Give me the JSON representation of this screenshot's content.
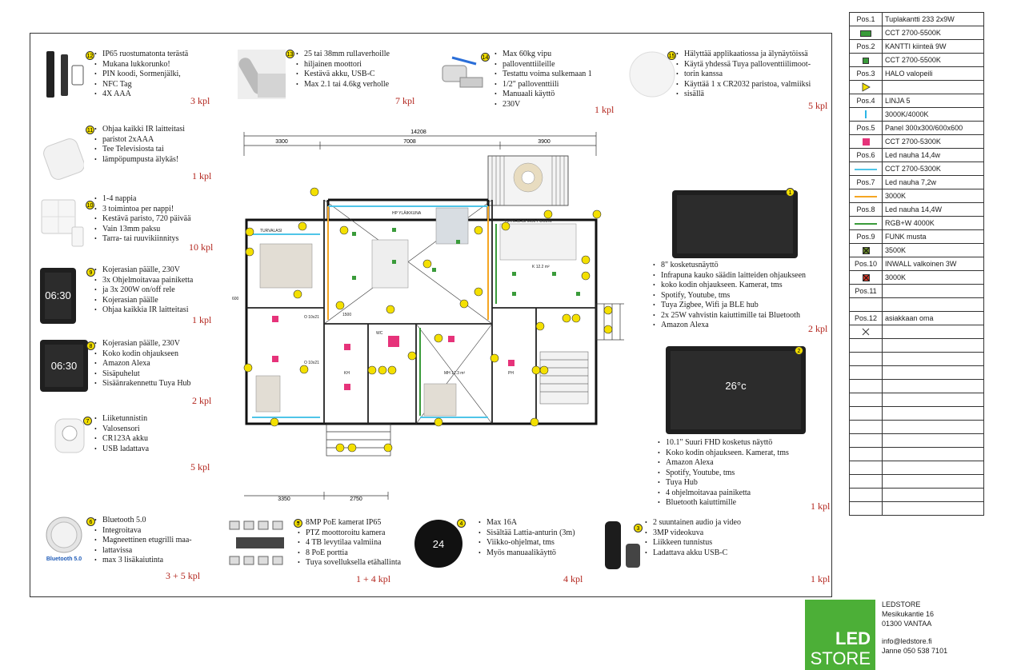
{
  "products": [
    {
      "id": "lock",
      "badge": "12",
      "bullets": [
        "IP65 ruostumatonta terästä",
        "Mukana lukkorunko!",
        "PIN koodi, Sormenjälki,",
        "NFC Tag",
        "4X AAA"
      ],
      "qty": "3 kpl"
    },
    {
      "id": "blind",
      "badge": "13",
      "bullets": [
        "25 tai 38mm rullaverhoille",
        "hiljainen moottori",
        "Kestävä akku, USB-C",
        "Max 2.1 tai 4.6kg verholle"
      ],
      "qty": "7 kpl"
    },
    {
      "id": "valve",
      "badge": "14",
      "bullets": [
        "Max 60kg vipu",
        "palloventtiileille",
        "Testattu voima sulkemaan 1",
        "1/2\" palloventtiili",
        "Manuaali käyttö",
        "230V"
      ],
      "qty": "1 kpl"
    },
    {
      "id": "leak",
      "badge": "15",
      "bullets": [
        "Hälyttää applikaatiossa ja älynäytöissä",
        "Käytä yhdessä Tuya palloventtiilimoot-",
        "torin kanssa",
        "Käyttää 1 x CR2032 paristoa, valmiiksi",
        "sisällä"
      ],
      "qty": "5 kpl"
    },
    {
      "id": "ir",
      "badge": "11",
      "bullets": [
        "Ohjaa kaikki IR laitteitasi",
        "paristot 2xAAA",
        "Tee Televisiosta tai",
        "lämpöpumpusta älykäs!"
      ],
      "qty": "1 kpl"
    },
    {
      "id": "switch",
      "badge": "10",
      "bullets": [
        "1-4 nappia",
        "3 toimintoa per nappi!",
        "Kestävä paristo, 720 päivää",
        "Vain 13mm paksu",
        "Tarra- tai ruuvikiinnitys"
      ],
      "qty": "10 kpl"
    },
    {
      "id": "panel9",
      "badge": "9",
      "bullets": [
        "Kojerasian päälle, 230V",
        "3x Ohjelmoitavaa painiketta",
        "ja 3x 200W on/off rele",
        "Kojerasian päälle",
        "Ohjaa kaikkia IR laitteitasi"
      ],
      "qty": "1 kpl",
      "screen": "06:30"
    },
    {
      "id": "panel8",
      "badge": "8",
      "bullets": [
        "Kojerasian päälle, 230V",
        "Koko kodin ohjaukseen",
        "Amazon Alexa",
        "Sisäpuhelut",
        "Sisäänrakennettu Tuya Hub"
      ],
      "qty": "2 kpl",
      "screen": "06:30"
    },
    {
      "id": "motion",
      "badge": "7",
      "bullets": [
        "Liiketunnistin",
        "Valosensori",
        "CR123A akku",
        "USB ladattava"
      ],
      "qty": "5 kpl"
    },
    {
      "id": "speaker",
      "badge": "6",
      "bullets": [
        "Bluetooth 5.0",
        "Integroitava",
        "Magneettinen etugrilli maa-",
        "lattavissa",
        "max 3 lisäkaiutinta"
      ],
      "qty": "3 + 5 kpl",
      "thumb_text": "Bluetooth 5.0"
    },
    {
      "id": "camera",
      "badge": "5",
      "bullets": [
        "8MP PoE kamerat IP65",
        "PTZ moottoroitu kamera",
        "4 TB levytilaa valmiina",
        "8 PoE porttia",
        "Tuya sovelluksella etähallinta"
      ],
      "qty": "1 + 4 kpl"
    },
    {
      "id": "thermo",
      "badge": "4",
      "bullets": [
        "Max 16A",
        "Sisältää Lattia-anturin (3m)",
        "Viikko-ohjelmat, tms",
        "Myös manuaalikäyttö"
      ],
      "qty": "4 kpl",
      "screen": "24"
    },
    {
      "id": "doorbell",
      "badge": "3",
      "bullets": [
        "2 suuntainen audio ja video",
        "3MP videokuva",
        "Liikkeen tunnistus",
        "Ladattava akku USB-C"
      ],
      "qty": "1 kpl"
    },
    {
      "id": "screen1",
      "badge": "1",
      "bullets": [
        "8\" kosketusnäyttö",
        "Infrapuna kauko säädin laitteiden ohjaukseen",
        "koko kodin ohjaukseen. Kamerat, tms",
        "Spotify, Youtube, tms",
        "Tuya Zigbee, Wifi ja BLE hub",
        "2x 25W vahvistin kaiuttimille tai Bluetooth",
        "Amazon Alexa"
      ],
      "qty": "2 kpl"
    },
    {
      "id": "screen2",
      "badge": "2",
      "bullets": [
        "10.1\" Suuri FHD kosketus näyttö",
        "Koko kodin ohjaukseen. Kamerat, tms",
        "Amazon Alexa",
        "Spotify, Youtube, tms",
        "Tuya Hub",
        "4 ohjelmoitavaa painiketta",
        "Bluetooth kaiuttimille"
      ],
      "qty": "1 kpl",
      "screen": "26°c"
    }
  ],
  "plan": {
    "dims": {
      "total": "14208",
      "top_left": "3300",
      "top_mid": "7008",
      "top_right": "3900",
      "bottom_left": "3350",
      "bottom_mid": "2750"
    },
    "labels": {
      "turvalasi": "TURVALASI",
      "turvalasi_mol": "TURVALASI MOL PUOLIN",
      "wc": "WC",
      "kh": "KH",
      "ph": "PH",
      "mh1": "MH 12.3 m²",
      "k": "K 12.2 m²",
      "o1": "O 10x21",
      "o2": "O 10x21",
      "area1500": "1500",
      "area600": "600",
      "yl": "YLÄIKKUNA",
      "hp": "HP YLÄIKKUNA"
    }
  },
  "legend": [
    {
      "pos": "Pos.1",
      "desc": "Tuplakantti 233 2x9W",
      "swatch": "",
      "swatch_color": ""
    },
    {
      "pos": "",
      "desc": "CCT 2700-5500K",
      "swatch": "double-square",
      "swatch_color": "#3a9b3a"
    },
    {
      "pos": "Pos.2",
      "desc": "KANTTI kiinteä 9W",
      "swatch": "",
      "swatch_color": ""
    },
    {
      "pos": "",
      "desc": "CCT 2700-5500K",
      "swatch": "square",
      "swatch_color": "#3a9b3a"
    },
    {
      "pos": "Pos.3",
      "desc": "HALO valopeili",
      "swatch": "",
      "swatch_color": ""
    },
    {
      "pos": "",
      "desc": "",
      "swatch": "triangle",
      "swatch_color": "#f2e000"
    },
    {
      "pos": "Pos.4",
      "desc": "LINJA 5",
      "swatch": "",
      "swatch_color": ""
    },
    {
      "pos": "",
      "desc": "3000K/4000K",
      "swatch": "vline",
      "swatch_color": "#2bb5e6"
    },
    {
      "pos": "Pos.5",
      "desc": "Panel 300x300/600x600",
      "swatch": "",
      "swatch_color": ""
    },
    {
      "pos": "",
      "desc": "CCT 2700-5300K",
      "swatch": "big-square",
      "swatch_color": "#e6337a"
    },
    {
      "pos": "Pos.6",
      "desc": "Led nauha 14,4w",
      "swatch": "",
      "swatch_color": ""
    },
    {
      "pos": "",
      "desc": "CCT 2700-5300K",
      "swatch": "hline",
      "swatch_color": "#4fc5e8"
    },
    {
      "pos": "Pos.7",
      "desc": "Led nauha 7,2w",
      "swatch": "",
      "swatch_color": ""
    },
    {
      "pos": "",
      "desc": "3000K",
      "swatch": "hline",
      "swatch_color": "#f5a623"
    },
    {
      "pos": "Pos.8",
      "desc": "Led nauha 14,4W",
      "swatch": "",
      "swatch_color": ""
    },
    {
      "pos": "",
      "desc": "RGB+W 4000K",
      "swatch": "hline",
      "swatch_color": "#3a9b3a"
    },
    {
      "pos": "Pos.9",
      "desc": "FUNK musta",
      "swatch": "",
      "swatch_color": ""
    },
    {
      "pos": "",
      "desc": "3500K",
      "swatch": "x-square",
      "swatch_color": "#6a8a2a"
    },
    {
      "pos": "Pos.10",
      "desc": "INWALL valkoinen 3W",
      "swatch": "",
      "swatch_color": ""
    },
    {
      "pos": "",
      "desc": "3000K",
      "swatch": "x-square",
      "swatch_color": "#d93a2a"
    },
    {
      "pos": "Pos.11",
      "desc": "",
      "swatch": "",
      "swatch_color": ""
    },
    {
      "pos": "",
      "desc": "",
      "swatch": "",
      "swatch_color": ""
    },
    {
      "pos": "Pos.12",
      "desc": "asiakkaan oma",
      "swatch": "",
      "swatch_color": ""
    },
    {
      "pos": "",
      "desc": "",
      "swatch": "x",
      "swatch_color": "#333333"
    }
  ],
  "legend_empty_rows": 13,
  "footer": {
    "logo_line1": "LED",
    "logo_line2": "STORE",
    "company": "LEDSTORE",
    "street": "Mesikukantie 16",
    "city": "01300 VANTAA",
    "email": "info@ledstore.fi",
    "phone": "Janne 050 538 7101"
  }
}
